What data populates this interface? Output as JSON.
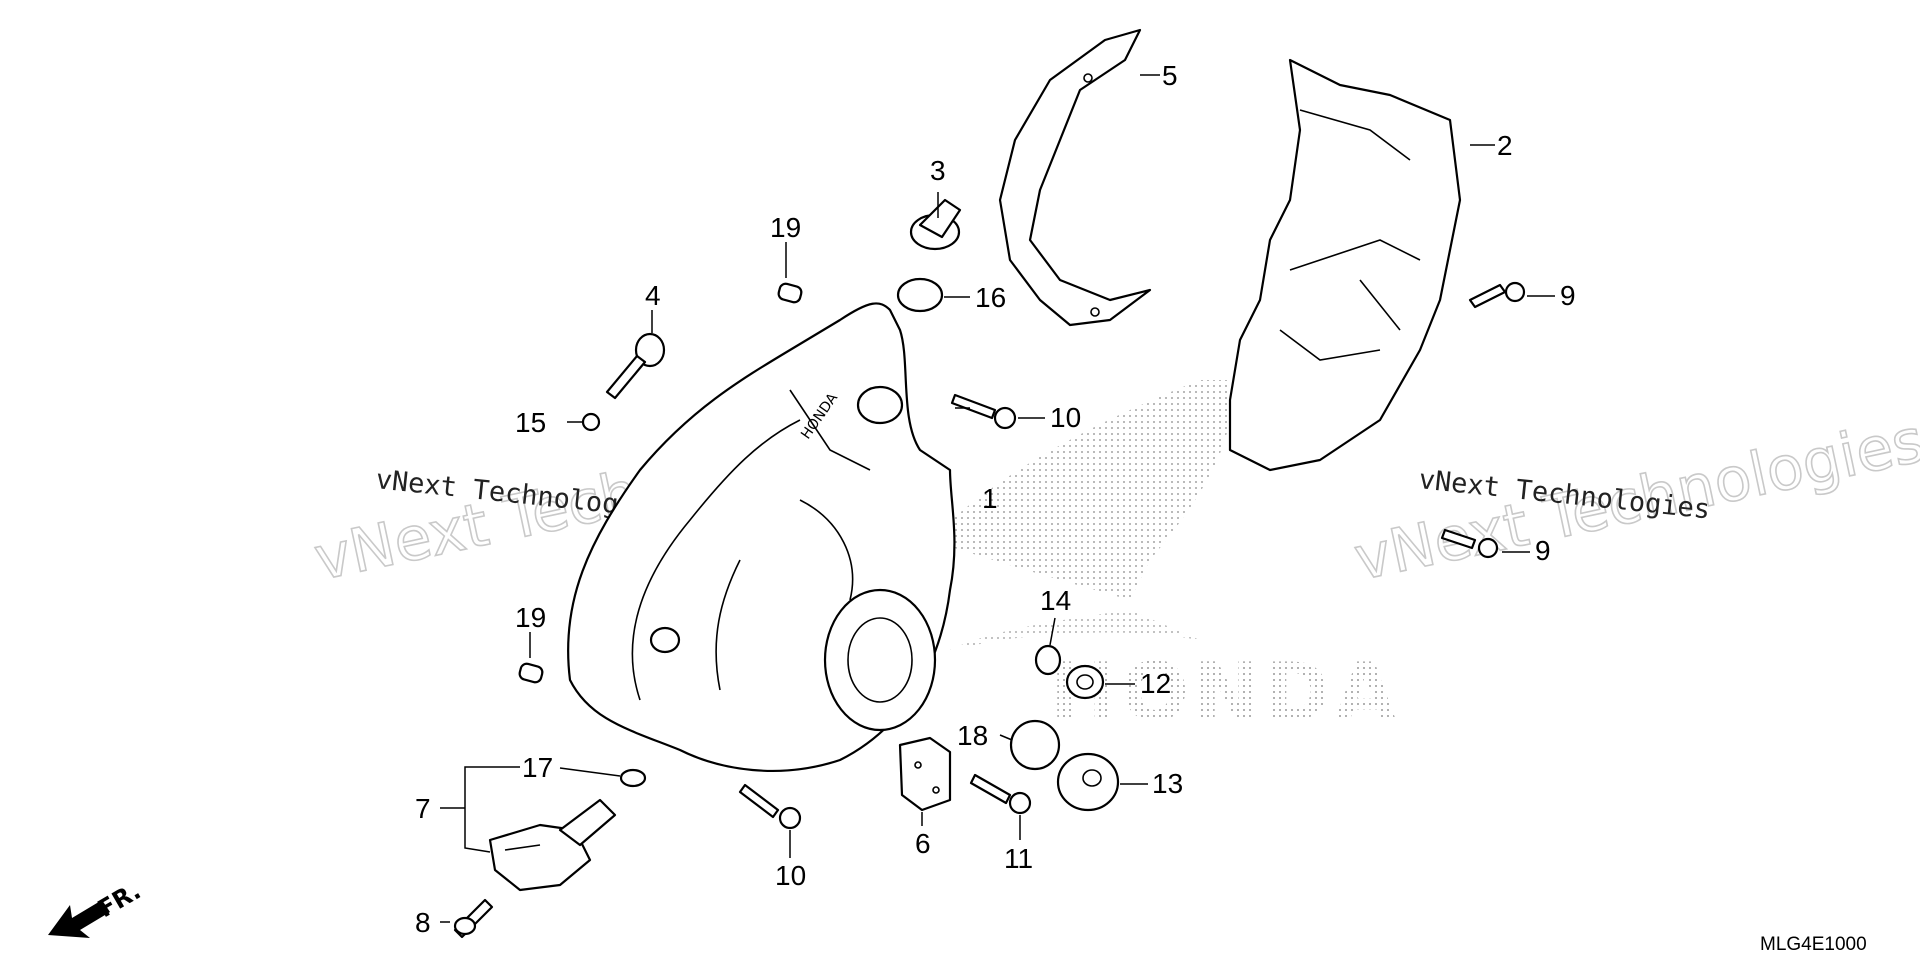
{
  "diagram": {
    "callouts": [
      {
        "id": "1",
        "label": "1"
      },
      {
        "id": "2",
        "label": "2"
      },
      {
        "id": "3",
        "label": "3"
      },
      {
        "id": "4",
        "label": "4"
      },
      {
        "id": "5",
        "label": "5"
      },
      {
        "id": "6",
        "label": "6"
      },
      {
        "id": "7",
        "label": "7"
      },
      {
        "id": "8",
        "label": "8"
      },
      {
        "id": "9a",
        "label": "9"
      },
      {
        "id": "9b",
        "label": "9"
      },
      {
        "id": "10a",
        "label": "10"
      },
      {
        "id": "10b",
        "label": "10"
      },
      {
        "id": "11",
        "label": "11"
      },
      {
        "id": "12",
        "label": "12"
      },
      {
        "id": "13",
        "label": "13"
      },
      {
        "id": "14",
        "label": "14"
      },
      {
        "id": "15",
        "label": "15"
      },
      {
        "id": "16",
        "label": "16"
      },
      {
        "id": "17",
        "label": "17"
      },
      {
        "id": "18",
        "label": "18"
      },
      {
        "id": "19a",
        "label": "19"
      },
      {
        "id": "19b",
        "label": "19"
      }
    ],
    "watermarks": {
      "big_left": "vNext Technologies",
      "big_right": "vNext Technologies",
      "small_left": "vNext Technologies",
      "small_right": "vNext Technologies"
    },
    "direction_label": "FR.",
    "diagram_code": "MLG4E1000",
    "background_logo": "HONDA",
    "cover_logo_text": "HONDA"
  }
}
